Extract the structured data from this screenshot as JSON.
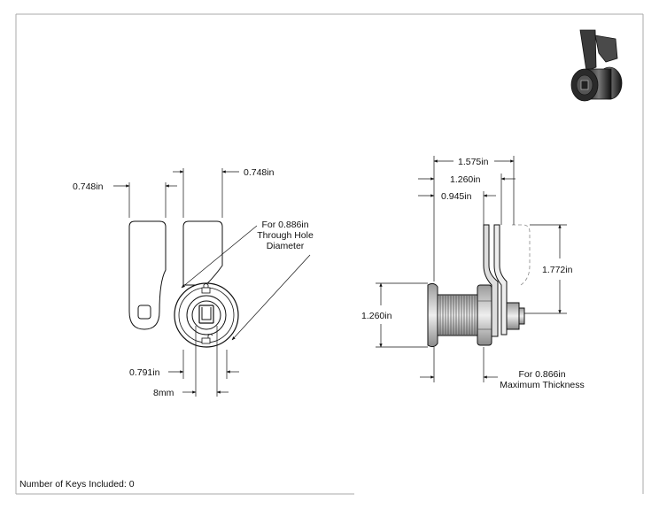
{
  "dimensions": {
    "top_lever_width_right": "0.748in",
    "top_lever_width_left": "0.748in",
    "hole_note": [
      "For 0.886in",
      "Through Hole",
      "Diameter"
    ],
    "flange_width": "0.791in",
    "key_slot": "8mm",
    "overall_length": "1.575in",
    "mid_length": "1.260in",
    "short_length": "0.945in",
    "cam_height": "1.772in",
    "flange_height": "1.260in",
    "thickness_note": [
      "For 0.866in",
      "Maximum Thickness"
    ]
  },
  "footer": {
    "keys_note": "Number of Keys Included: 0"
  }
}
